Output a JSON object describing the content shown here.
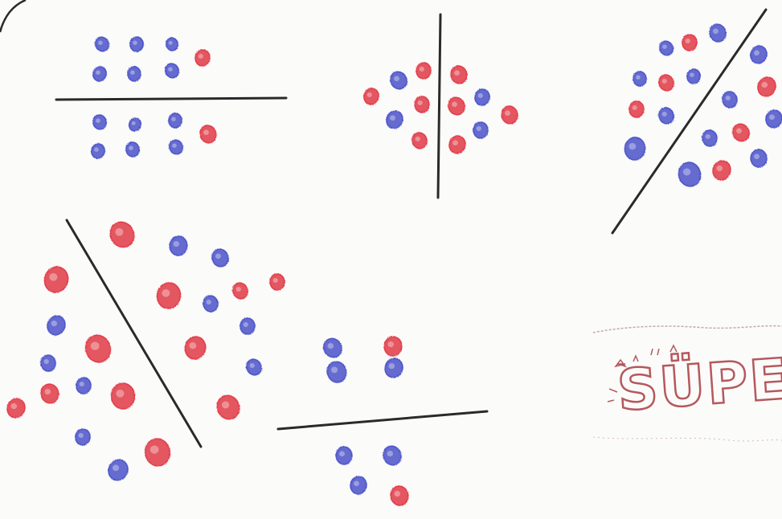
{
  "colors": {
    "paper": "#fbfbfa",
    "line": "#2a2a2a",
    "dot_red": "#e03b47",
    "dot_blue": "#4a52c8",
    "stamp_ink": "#b5585c"
  },
  "stamp": {
    "text": "SÜPER",
    "decoration_word": "SUPER"
  },
  "groups": [
    {
      "id": "top-left",
      "divider": [
        [
          70,
          124
        ],
        [
          356,
          122
        ]
      ],
      "dots": [
        [
          127,
          55,
          "b",
          0.9
        ],
        [
          170,
          55,
          "b",
          0.9
        ],
        [
          214,
          55,
          "b",
          0.8
        ],
        [
          124,
          92,
          "b",
          0.9
        ],
        [
          167,
          92,
          "b",
          0.9
        ],
        [
          214,
          88,
          "b",
          0.9
        ],
        [
          252,
          72,
          "r",
          1.0
        ],
        [
          124,
          152,
          "b",
          0.9
        ],
        [
          168,
          155,
          "b",
          0.8
        ],
        [
          218,
          150,
          "b",
          0.9
        ],
        [
          259,
          167,
          "r",
          1.1
        ],
        [
          122,
          188,
          "b",
          0.9
        ],
        [
          165,
          186,
          "b",
          0.9
        ],
        [
          219,
          183,
          "b",
          0.9
        ]
      ]
    },
    {
      "id": "top-middle",
      "divider": [
        [
          548,
          18
        ],
        [
          545,
          246
        ]
      ],
      "dots": [
        [
          496,
          100,
          "b",
          1.1
        ],
        [
          527,
          88,
          "r",
          1.0
        ],
        [
          571,
          93,
          "r",
          1.1
        ],
        [
          462,
          120,
          "r",
          1.0
        ],
        [
          525,
          130,
          "r",
          1.0
        ],
        [
          568,
          132,
          "r",
          1.1
        ],
        [
          600,
          121,
          "b",
          1.0
        ],
        [
          634,
          143,
          "r",
          1.1
        ],
        [
          491,
          149,
          "b",
          1.1
        ],
        [
          598,
          162,
          "b",
          1.0
        ],
        [
          522,
          175,
          "r",
          1.0
        ],
        [
          569,
          180,
          "r",
          1.1
        ]
      ]
    },
    {
      "id": "top-right",
      "divider": [
        [
          953,
          12
        ],
        [
          762,
          290
        ]
      ],
      "dots": [
        [
          829,
          60,
          "b",
          0.9
        ],
        [
          858,
          53,
          "r",
          1.0
        ],
        [
          893,
          41,
          "b",
          1.1
        ],
        [
          944,
          68,
          "b",
          1.1
        ],
        [
          796,
          98,
          "b",
          0.9
        ],
        [
          829,
          103,
          "r",
          1.0
        ],
        [
          863,
          95,
          "b",
          0.9
        ],
        [
          908,
          124,
          "b",
          1.0
        ],
        [
          954,
          108,
          "r",
          1.2
        ],
        [
          792,
          136,
          "r",
          1.0
        ],
        [
          829,
          144,
          "b",
          1.0
        ],
        [
          963,
          148,
          "b",
          1.1
        ],
        [
          883,
          172,
          "b",
          1.0
        ],
        [
          922,
          165,
          "r",
          1.1
        ],
        [
          790,
          185,
          "b",
          1.4
        ],
        [
          858,
          217,
          "b",
          1.5
        ],
        [
          898,
          212,
          "r",
          1.2
        ],
        [
          944,
          197,
          "b",
          1.1
        ]
      ]
    },
    {
      "id": "bottom-left",
      "divider": [
        [
          83,
          274
        ],
        [
          250,
          556
        ]
      ],
      "dots": [
        [
          152,
          292,
          "r",
          1.6
        ],
        [
          222,
          306,
          "b",
          1.2
        ],
        [
          274,
          321,
          "b",
          1.1
        ],
        [
          70,
          348,
          "r",
          1.6
        ],
        [
          345,
          351,
          "r",
          1.0
        ],
        [
          299,
          362,
          "r",
          1.0
        ],
        [
          210,
          368,
          "r",
          1.6
        ],
        [
          262,
          378,
          "b",
          1.0
        ],
        [
          70,
          405,
          "b",
          1.2
        ],
        [
          308,
          406,
          "b",
          1.0
        ],
        [
          122,
          434,
          "r",
          1.7
        ],
        [
          243,
          433,
          "r",
          1.4
        ],
        [
          60,
          452,
          "b",
          1.0
        ],
        [
          316,
          457,
          "b",
          1.0
        ],
        [
          104,
          480,
          "b",
          1.0
        ],
        [
          62,
          490,
          "r",
          1.2
        ],
        [
          20,
          508,
          "r",
          1.2
        ],
        [
          153,
          493,
          "r",
          1.6
        ],
        [
          284,
          507,
          "r",
          1.5
        ],
        [
          103,
          544,
          "b",
          1.0
        ],
        [
          196,
          563,
          "r",
          1.7
        ],
        [
          147,
          585,
          "b",
          1.3
        ]
      ]
    },
    {
      "id": "bottom-middle",
      "divider": [
        [
          346,
          534
        ],
        [
          606,
          512
        ]
      ],
      "dots": [
        [
          414,
          433,
          "b",
          1.2
        ],
        [
          489,
          431,
          "r",
          1.2
        ],
        [
          419,
          463,
          "b",
          1.3
        ],
        [
          490,
          458,
          "b",
          1.2
        ],
        [
          428,
          567,
          "b",
          1.1
        ],
        [
          488,
          567,
          "b",
          1.2
        ],
        [
          446,
          604,
          "b",
          1.1
        ],
        [
          497,
          617,
          "r",
          1.2
        ]
      ]
    }
  ]
}
